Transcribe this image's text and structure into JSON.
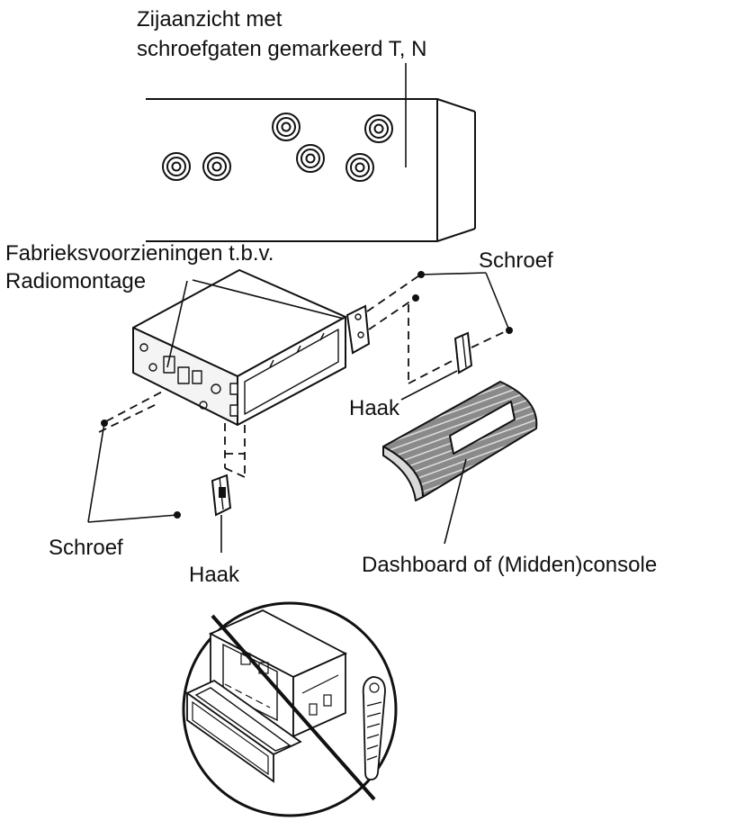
{
  "labels": {
    "side_view_line1": "Zijaanzicht met",
    "side_view_line2": "schroefgaten gemarkeerd T, N",
    "factory_line1": "Fabrieksvoorzieningen t.b.v.",
    "factory_line2": "Radiomontage",
    "screw_top": "Schroef",
    "hook_right": "Haak",
    "screw_left": "Schroef",
    "hook_bottom": "Haak",
    "dashboard": "Dashboard of (Midden)console"
  },
  "colors": {
    "line": "#111111",
    "background": "#ffffff",
    "shade": "#9a9a9a"
  }
}
